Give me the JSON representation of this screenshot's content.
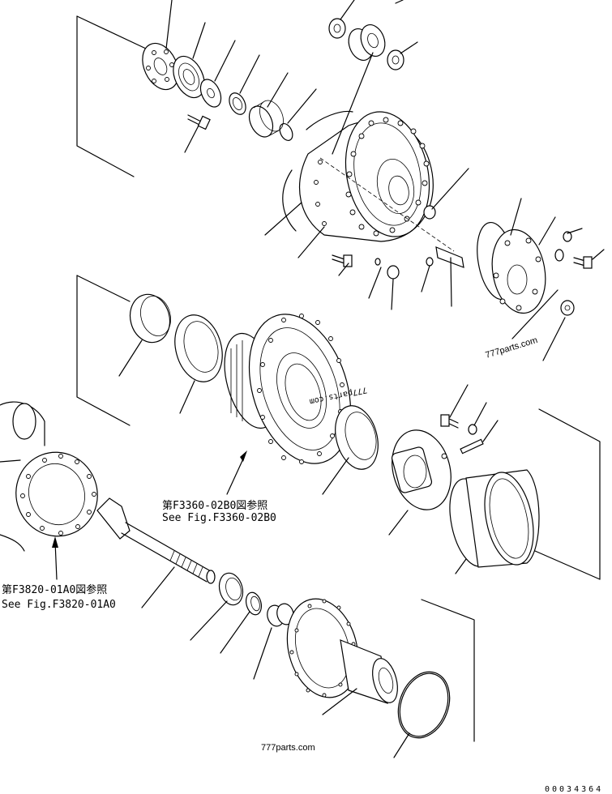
{
  "references": [
    {
      "jp": "第F3360-02B0図参照",
      "en": "See Fig.F3360-02B0"
    },
    {
      "jp": "第F3820-01A0図参照",
      "en": "See Fig.F3820-01A0"
    }
  ],
  "watermarks": [
    "777parts.com",
    "777parts.com"
  ],
  "mirrored_text": "777parts.com",
  "drawing_code": "00034364"
}
